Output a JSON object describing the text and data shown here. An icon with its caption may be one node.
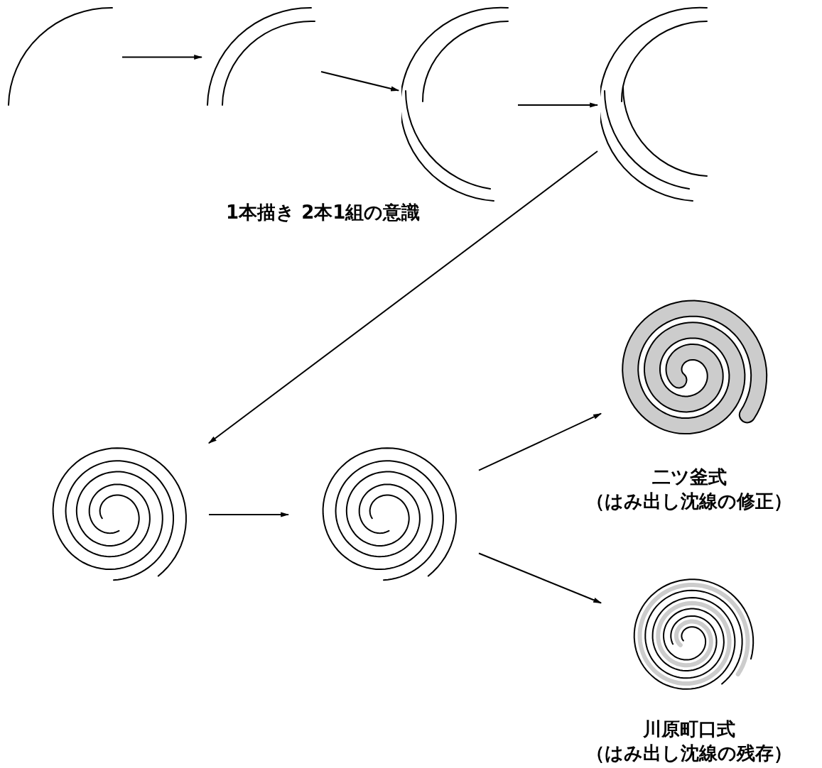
{
  "diagram": {
    "nodes": [
      {
        "text": [],
        "shape": "picture"
      },
      {
        "text": [],
        "shape": "picture"
      },
      {
        "text": [],
        "shape": "picture"
      },
      {
        "text": [],
        "shape": "picture"
      },
      {
        "text": [],
        "shape": "picture"
      },
      {
        "text": [],
        "shape": "picture"
      },
      {
        "text": [],
        "shape": "picture",
        "beside": [
          "二ツ釜式",
          "（はみ出し沈線の修正）"
        ]
      },
      {
        "text": [],
        "shape": "picture",
        "beside": [
          "川原町口式",
          "（はみ出し沈線の残存）"
        ]
      }
    ],
    "edges": [
      {
        "from": 0,
        "to": 1,
        "arrow": "to"
      },
      {
        "from": 1,
        "to": 2,
        "arrow": "to"
      },
      {
        "from": 2,
        "to": 3,
        "arrow": "to"
      },
      {
        "from": 3,
        "to": 4,
        "arrow": "to"
      },
      {
        "from": 4,
        "to": 5,
        "arrow": "to"
      },
      {
        "from": 5,
        "to": 6,
        "arrow": "to"
      },
      {
        "from": 5,
        "to": 7,
        "arrow": "to"
      }
    ],
    "labels": [
      "1本描き 2本1組の意識"
    ]
  }
}
